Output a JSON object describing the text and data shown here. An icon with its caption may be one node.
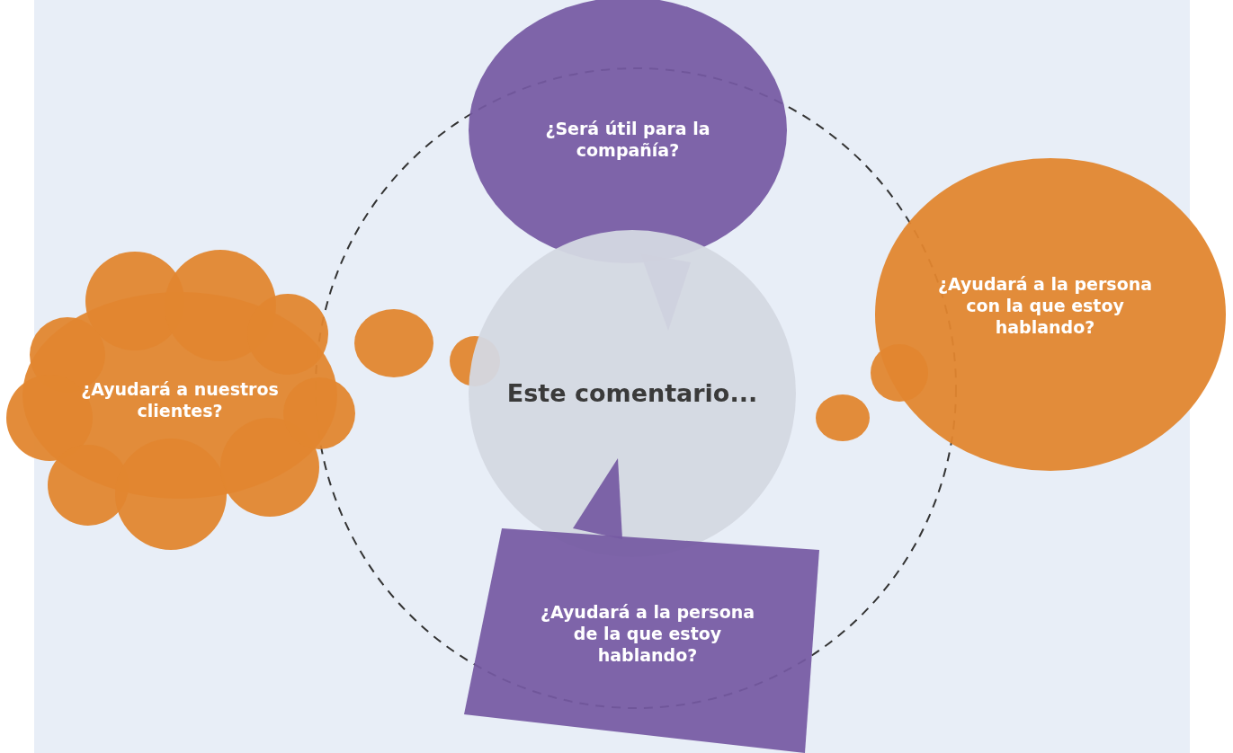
{
  "diagram": {
    "nodes": [
      {
        "text": [
          "¿Será útil para la compañía?"
        ]
      },
      {
        "text": [
          "¿Ayudará a nuestros clientes?"
        ]
      },
      {
        "text": [
          "Este comentario..."
        ]
      },
      {
        "text": [
          "¿Ayudará a la persona con la que estoy hablando?"
        ]
      },
      {
        "text": [
          "¿Ayudará a la persona de la que estoy hablando?"
        ]
      }
    ]
  }
}
